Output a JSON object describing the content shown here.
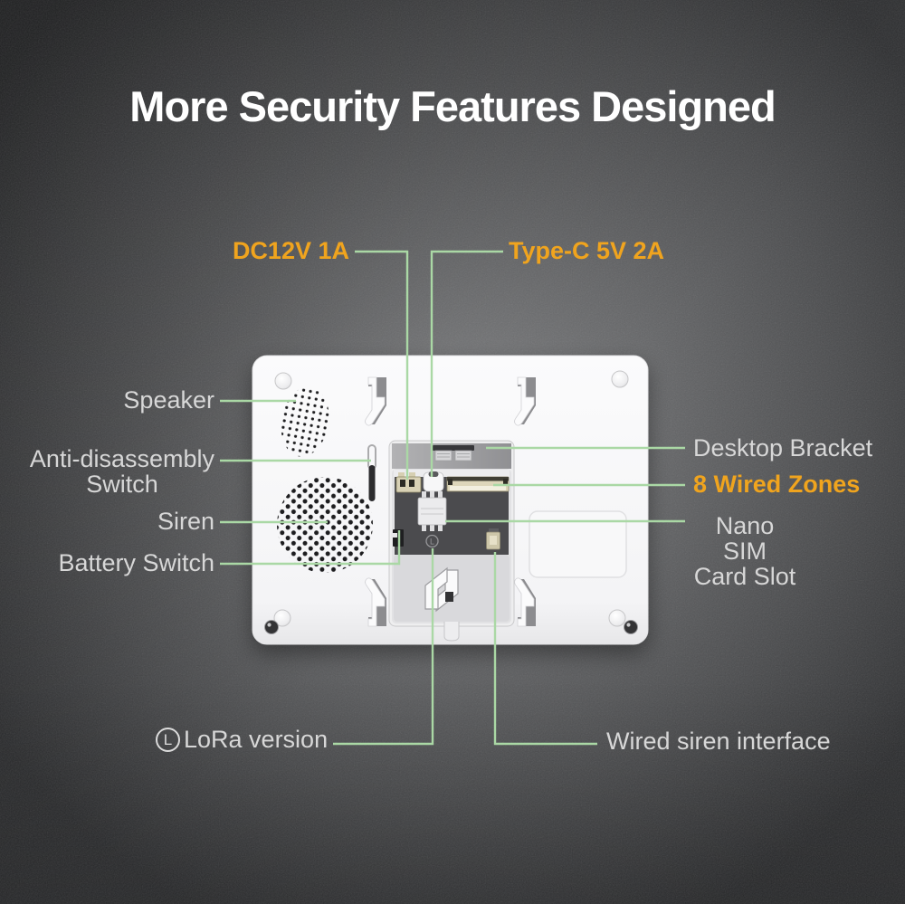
{
  "title": "More Security Features Designed",
  "callouts": {
    "dc_power": "DC12V 1A",
    "type_c": "Type-C 5V 2A",
    "speaker": "Speaker",
    "anti_disassembly_line1": "Anti-disassembly",
    "anti_disassembly_line2": "Switch",
    "siren": "Siren",
    "battery_switch": "Battery Switch",
    "desktop_bracket": "Desktop Bracket",
    "wired_zones": "8 Wired Zones",
    "nano_sim_line1": "Nano SIM",
    "nano_sim_line2": "Card Slot",
    "lora_version": "LoRa version",
    "wired_siren": "Wired siren interface"
  },
  "device": {
    "lora_badge": "L"
  },
  "colors": {
    "background_gray": "#58595b",
    "title_white": "#ffffff",
    "label_gray": "#d7d7d7",
    "highlight_orange": "#f0a41e",
    "leader_line_green": "#aad8a5",
    "device_body_white": "#f6f6f7"
  }
}
